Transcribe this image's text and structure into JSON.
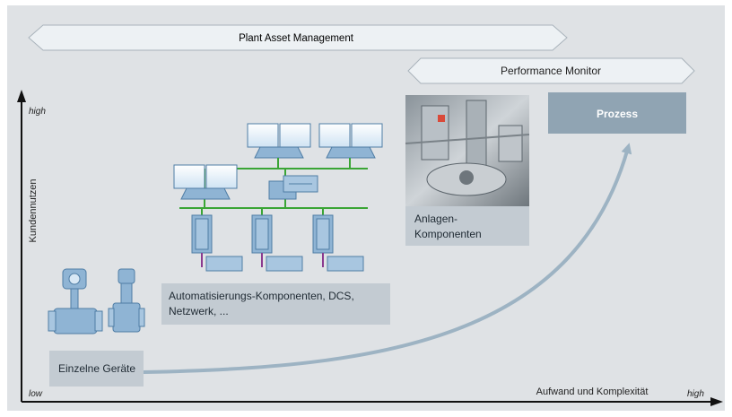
{
  "banners": {
    "plant_asset_management": "Plant Asset Management",
    "performance_monitor": "Performance Monitor"
  },
  "axes": {
    "y_label": "Kundennutzen",
    "y_high": "high",
    "x_label": "Aufwand und Komplexität",
    "x_high": "high",
    "origin_low": "low"
  },
  "stages": {
    "einzelne_geraete": "Einzelne Geräte",
    "automatisierung": [
      "Automatisierungs-Komponenten, DCS,",
      "Netzwerk, ..."
    ],
    "anlagen": [
      "Anlagen-",
      "Komponenten"
    ],
    "prozess": "Prozess"
  },
  "colors": {
    "background": "#dfe2e5",
    "banner_fill": "#edf1f4",
    "label_box": "#c3cbd2",
    "prozess_box": "#90a4b3",
    "curve": "#9db3c3",
    "network": "#3aa535",
    "device_blue": "#8fb4d4"
  },
  "icons": [
    "flowmeter-icon",
    "flowmeter-small-icon",
    "workstation-icon",
    "controller-icon",
    "network-switch-icon",
    "photo-plant-equipment"
  ]
}
